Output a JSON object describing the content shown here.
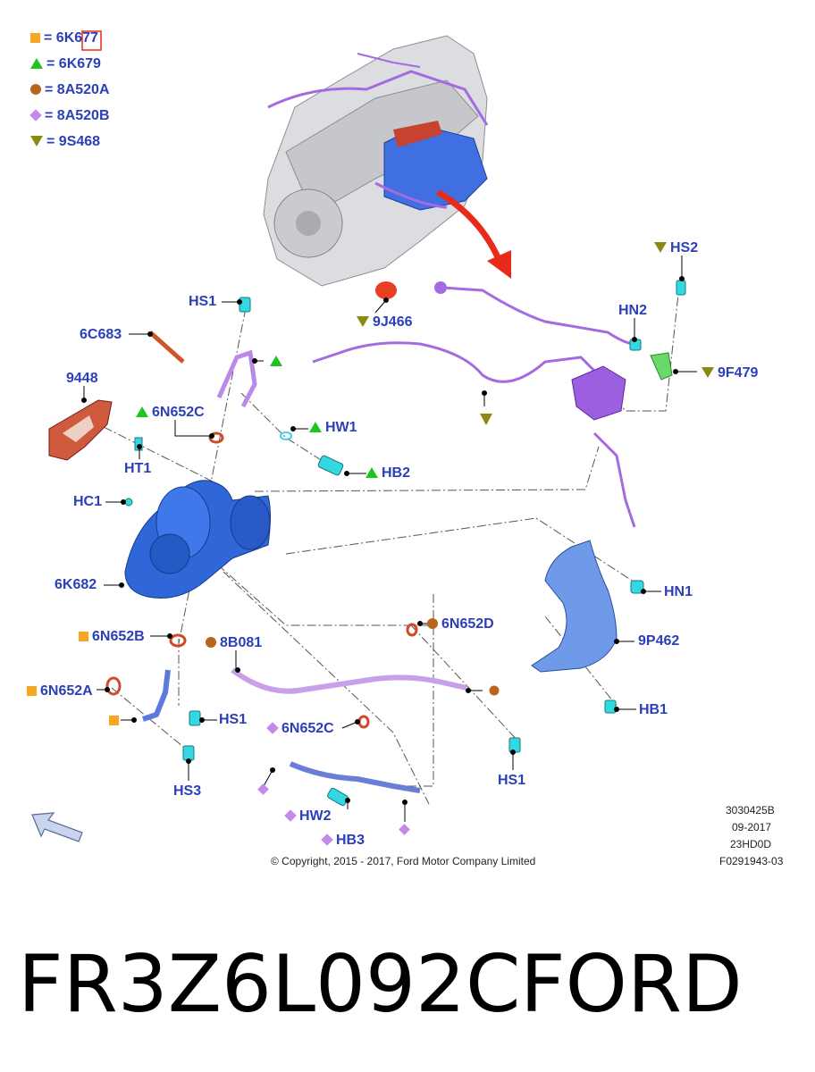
{
  "legend": [
    {
      "symbol": "square",
      "color": "#f5a623",
      "text": "= 6K677"
    },
    {
      "symbol": "triangle-up",
      "color": "#1fc41f",
      "text": "= 6K679"
    },
    {
      "symbol": "circle",
      "color": "#b8651d",
      "text": "= 8A520A"
    },
    {
      "symbol": "diamond",
      "color": "#c58ae8",
      "text": "= 8A520B"
    },
    {
      "symbol": "triangle-down",
      "color": "#8a8a10",
      "text": "= 9S468"
    }
  ],
  "labels": {
    "hs1_top": "HS1",
    "c6c683": "6C683",
    "p9448": "9448",
    "n6n652c_top": "6N652C",
    "hw1": "HW1",
    "ht1": "HT1",
    "hb2": "HB2",
    "hc1": "HC1",
    "k6k682": "6K682",
    "n6n652b": "6N652B",
    "b8b081": "8B081",
    "n6n652a": "6N652A",
    "hs1_mid": "HS1",
    "n6n652c_bot": "6N652C",
    "hs3": "HS3",
    "hw2": "HW2",
    "hb3": "HB3",
    "j9j466": "9J466",
    "hs2": "HS2",
    "hn2": "HN2",
    "f9f479": "9F479",
    "n6n652d": "6N652D",
    "hn1": "HN1",
    "p9p462": "9P462",
    "hb1": "HB1",
    "hs1_right": "HS1"
  },
  "meta": {
    "code": "3030425B",
    "date": "09-2017",
    "variant": "23HD0D",
    "ref": "F0291943-03",
    "copyright": "© Copyright, 2015 - 2017, Ford Motor Company Limited"
  },
  "footer": {
    "part_number": "FR3Z6L092C",
    "brand": "FORD"
  },
  "colors": {
    "label": "#2b3fb8",
    "turbo": "#2f66d8",
    "pipe_purple": "#a46be0",
    "cyan_fastener": "#34d8e0",
    "arrow_red": "#e82a1a",
    "gasket_red": "#c84230"
  }
}
